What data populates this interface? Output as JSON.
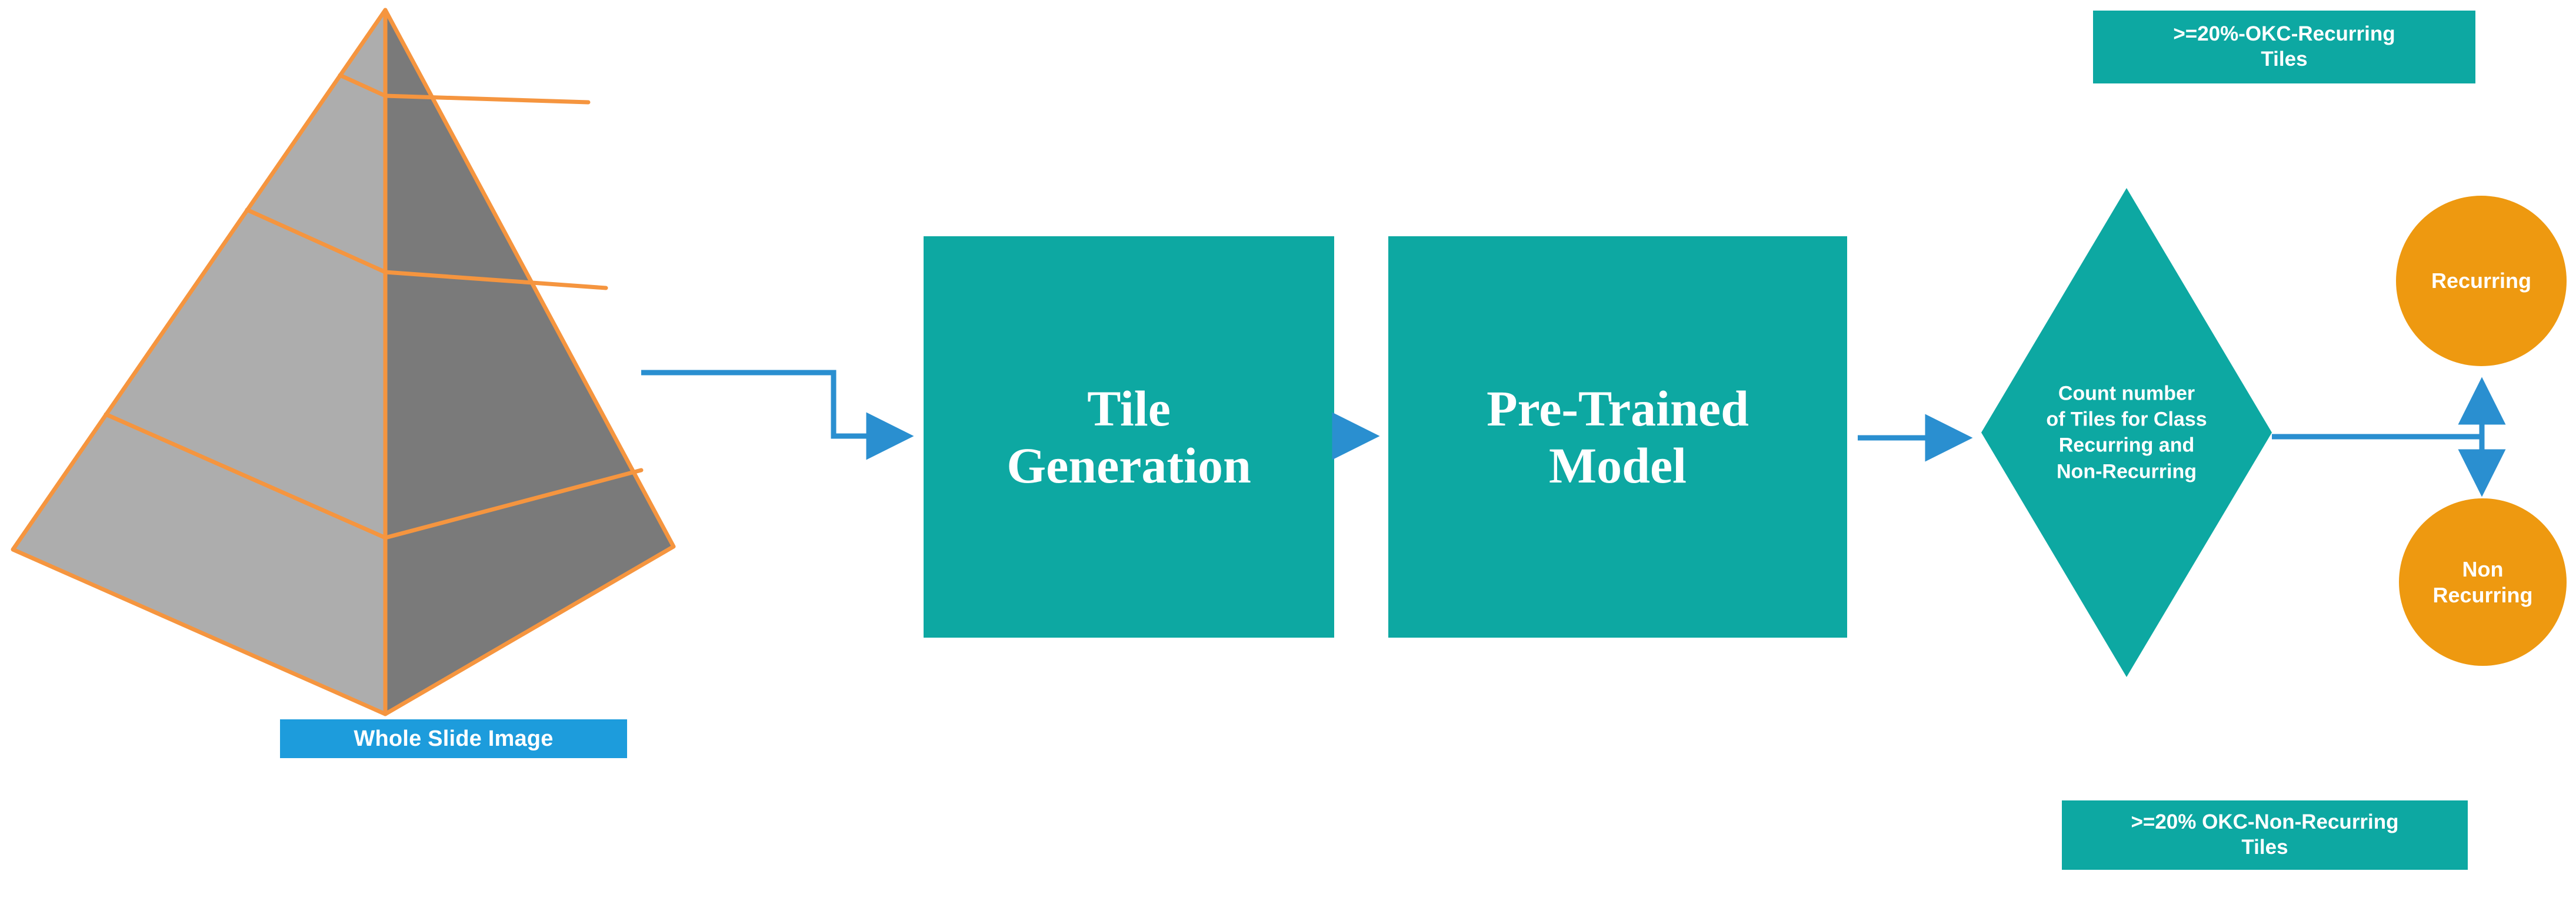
{
  "diagram": {
    "title": "Whole Slide Image tile classification pipeline",
    "colors": {
      "teal": "#0DA8A2",
      "orange": "#EE9910",
      "blue": "#1D9CDC",
      "arrow_blue": "#2A8FD0",
      "pyramid_left_face": "#ADADAD",
      "pyramid_right_face": "#7A7A7A",
      "pyramid_outline": "#F5953F"
    }
  },
  "input": {
    "pyramid_icon_name": "pyramid-icon",
    "pyramid_tier_count": 4,
    "caption": "Whole Slide Image"
  },
  "steps": [
    {
      "id": "tile-generation",
      "label": "Tile\nGeneration"
    },
    {
      "id": "pre-trained-model",
      "label": "Pre-Trained\nModel"
    }
  ],
  "decision": {
    "id": "count-tiles",
    "label": "Count number\nof Tiles for Class\nRecurring and\nNon-Recurring"
  },
  "outcomes": [
    {
      "id": "recurring",
      "label": "Recurring"
    },
    {
      "id": "non-recurring",
      "label": "Non\nRecurring"
    }
  ],
  "annotations": [
    {
      "id": "recurring-tiles-threshold",
      "label": ">=20%-OKC-Recurring\nTiles"
    },
    {
      "id": "non-recurring-tiles-threshold",
      "label": ">=20% OKC-Non-Recurring\nTiles"
    }
  ],
  "connectors": [
    {
      "id": "wsi-to-tile-generation",
      "from": "whole-slide-image",
      "to": "tile-generation",
      "style": "elbow-arrow"
    },
    {
      "id": "tile-generation-to-model",
      "from": "tile-generation",
      "to": "pre-trained-model",
      "style": "straight-arrow"
    },
    {
      "id": "model-to-decision",
      "from": "pre-trained-model",
      "to": "count-tiles",
      "style": "straight-arrow"
    },
    {
      "id": "decision-to-recurring",
      "from": "count-tiles",
      "to": "recurring",
      "style": "elbow-arrow-up"
    },
    {
      "id": "decision-to-non-recurring",
      "from": "count-tiles",
      "to": "non-recurring",
      "style": "elbow-arrow-down"
    }
  ]
}
